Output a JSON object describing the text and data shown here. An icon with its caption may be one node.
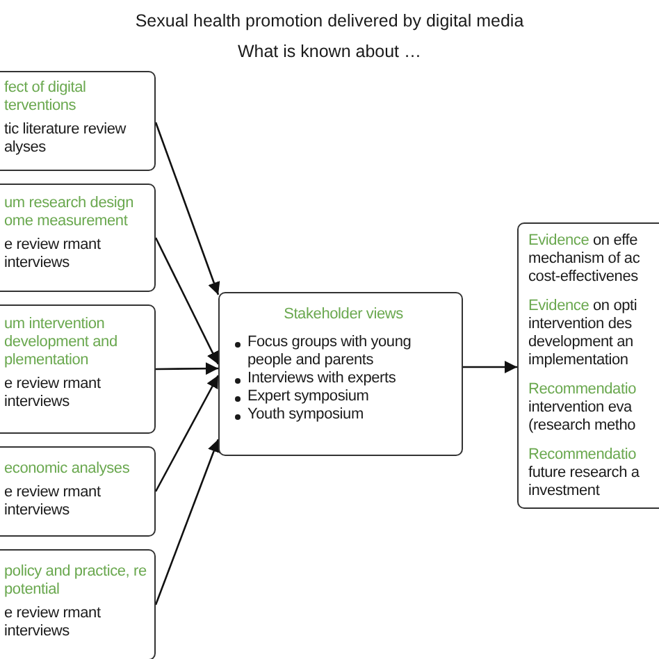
{
  "diagram": {
    "title": "Sexual health promotion delivered by digital media",
    "nodes": [
      {
        "text": [
          "fect of digital terventions",
          "tic literature review alyses"
        ]
      },
      {
        "text": [
          "um research design ome measurement",
          "e review rmant interviews"
        ]
      },
      {
        "text": [
          "um intervention development and plementation",
          "e review rmant interviews"
        ]
      },
      {
        "text": [
          "economic analyses",
          "e review rmant interviews"
        ]
      },
      {
        "text": [
          "policy and practice, re potential",
          "e review rmant interviews"
        ]
      },
      {
        "text": [
          "Stakeholder views",
          "Focus groups with young people and parents",
          "Interviews with experts",
          "Expert symposium",
          "Youth symposium"
        ]
      },
      {
        "text": [
          "*Evidence* on effe mechanism of ac cost-effectivenes",
          "*Evidence* on opti intervention des development an implementation",
          "*Recommendatio* intervention eva (research metho",
          "*Recommendatio* future research a investment"
        ]
      }
    ],
    "edges": [
      {
        "from": 0,
        "to": 5,
        "arrow": "to"
      },
      {
        "from": 1,
        "to": 5,
        "arrow": "to"
      },
      {
        "from": 2,
        "to": 5,
        "arrow": "to"
      },
      {
        "from": 3,
        "to": 5,
        "arrow": "to"
      },
      {
        "from": 4,
        "to": 5,
        "arrow": "to"
      },
      {
        "from": 5,
        "to": 6,
        "arrow": "to"
      }
    ],
    "labels": [
      "What is known about …"
    ]
  }
}
